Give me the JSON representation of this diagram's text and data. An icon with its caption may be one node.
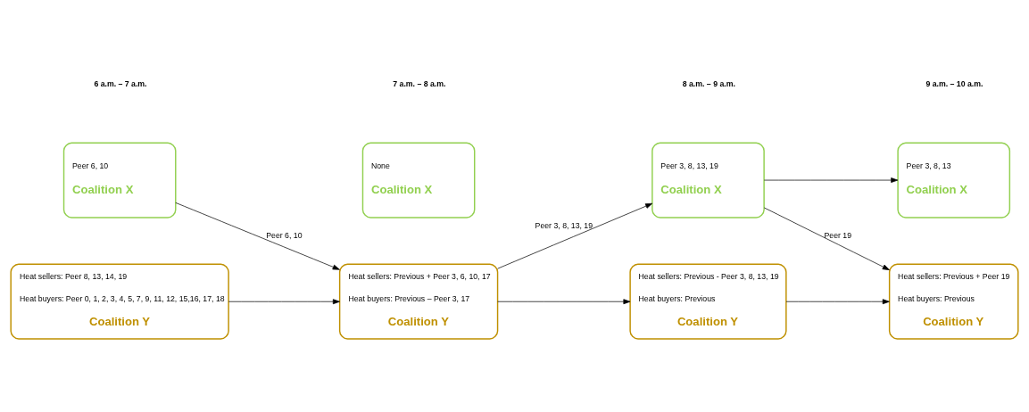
{
  "diagram": {
    "nodes": [
      {
        "text": [
          "Peer 6, 10",
          "Coalition X"
        ]
      },
      {
        "text": [
          "None",
          "Coalition X"
        ]
      },
      {
        "text": [
          "Peer 3, 8, 13, 19",
          "Coalition X"
        ]
      },
      {
        "text": [
          "Peer 3, 8, 13",
          "Coalition X"
        ]
      },
      {
        "text": [
          "Heat sellers: Peer 8, 13, 14, 19",
          "Heat buyers: Peer 0, 1, 2, 3, 4, 5, 7, 9, 11, 12, 15,16, 17, 18",
          "Coalition Y"
        ]
      },
      {
        "text": [
          "Heat sellers: Previous + Peer 3, 6, 10, 17",
          "Heat buyers: Previous – Peer 3, 17",
          "Coalition Y"
        ]
      },
      {
        "text": [
          "Heat sellers: Previous - Peer 3, 8, 13, 19",
          "Heat buyers: Previous",
          "Coalition Y"
        ]
      },
      {
        "text": [
          "Heat sellers: Previous + Peer 19",
          "Heat buyers: Previous",
          "Coalition Y"
        ]
      }
    ],
    "edges": [
      {
        "from": 0,
        "to": 5,
        "arrow": "to",
        "label": "Peer 6, 10"
      },
      {
        "from": 4,
        "to": 5,
        "arrow": "to"
      },
      {
        "from": 5,
        "to": 2,
        "arrow": "to",
        "label": "Peer 3, 8, 13, 19"
      },
      {
        "from": 5,
        "to": 6,
        "arrow": "to"
      },
      {
        "from": 2,
        "to": 3,
        "arrow": "to"
      },
      {
        "from": 2,
        "to": 7,
        "arrow": "to",
        "label": "Peer 19"
      },
      {
        "from": 6,
        "to": 7,
        "arrow": "to"
      }
    ],
    "labels": [
      "6 a.m. – 7 a.m.",
      "7 a.m. – 8 a.m.",
      "8 a.m. – 9 a.m.",
      "9 a.m. – 10 a.m."
    ]
  }
}
